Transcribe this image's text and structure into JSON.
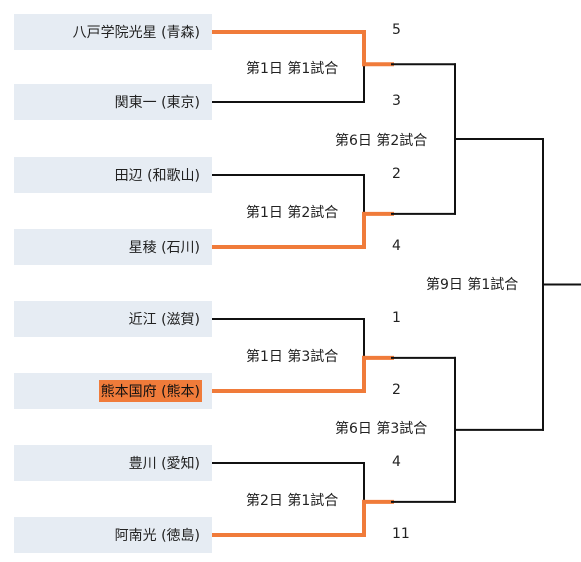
{
  "accent_color": "#f07b3a",
  "line_color": "#111111",
  "teams": [
    {
      "name": "八戸学院光星 (青森)",
      "score": "5",
      "winner": true,
      "highlight": false
    },
    {
      "name": "関東一 (東京)",
      "score": "3",
      "winner": false,
      "highlight": false
    },
    {
      "name": "田辺 (和歌山)",
      "score": "2",
      "winner": false,
      "highlight": false
    },
    {
      "name": "星稜 (石川)",
      "score": "4",
      "winner": true,
      "highlight": false
    },
    {
      "name": "近江 (滋賀)",
      "score": "1",
      "winner": false,
      "highlight": false
    },
    {
      "name": "熊本国府 (熊本)",
      "score": "2",
      "winner": true,
      "highlight": true
    },
    {
      "name": "豊川 (愛知)",
      "score": "4",
      "winner": false,
      "highlight": false
    },
    {
      "name": "阿南光 (徳島)",
      "score": "11",
      "winner": true,
      "highlight": false
    }
  ],
  "matches": {
    "r1": [
      "第1日 第1試合",
      "第1日 第2試合",
      "第1日 第3試合",
      "第2日 第1試合"
    ],
    "r2": [
      "第6日 第2試合",
      "第6日 第3試合"
    ],
    "r3": [
      "第9日 第1試合"
    ]
  }
}
